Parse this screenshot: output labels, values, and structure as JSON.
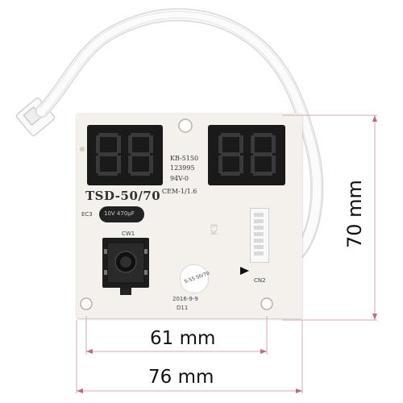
{
  "board": {
    "model": "TSD-50/70",
    "spec_line1": "KB-5150",
    "spec_line2": "123995",
    "spec_line3": "94V-0",
    "spec_line4": "CEM-1/1.6",
    "capacitor_ref": "EC3",
    "capacitor_value": "10V 470µF",
    "encoder_ref": "CW1",
    "connector_ref": "CN2",
    "date_code": "2016-9-9",
    "date_ref": "D11",
    "sticker_text": "S-55 50/70",
    "side_mark": "K3"
  },
  "dimensions": {
    "height_label": "70 mm",
    "inner_width_label": "61 mm",
    "outer_width_label": "76 mm"
  },
  "colors": {
    "board": "#f4f1ec",
    "display_body": "#1a1a1a",
    "segment": "#2d2d2d",
    "wire": "#f7f7f7",
    "dimension_line": "#d9a6b4"
  }
}
